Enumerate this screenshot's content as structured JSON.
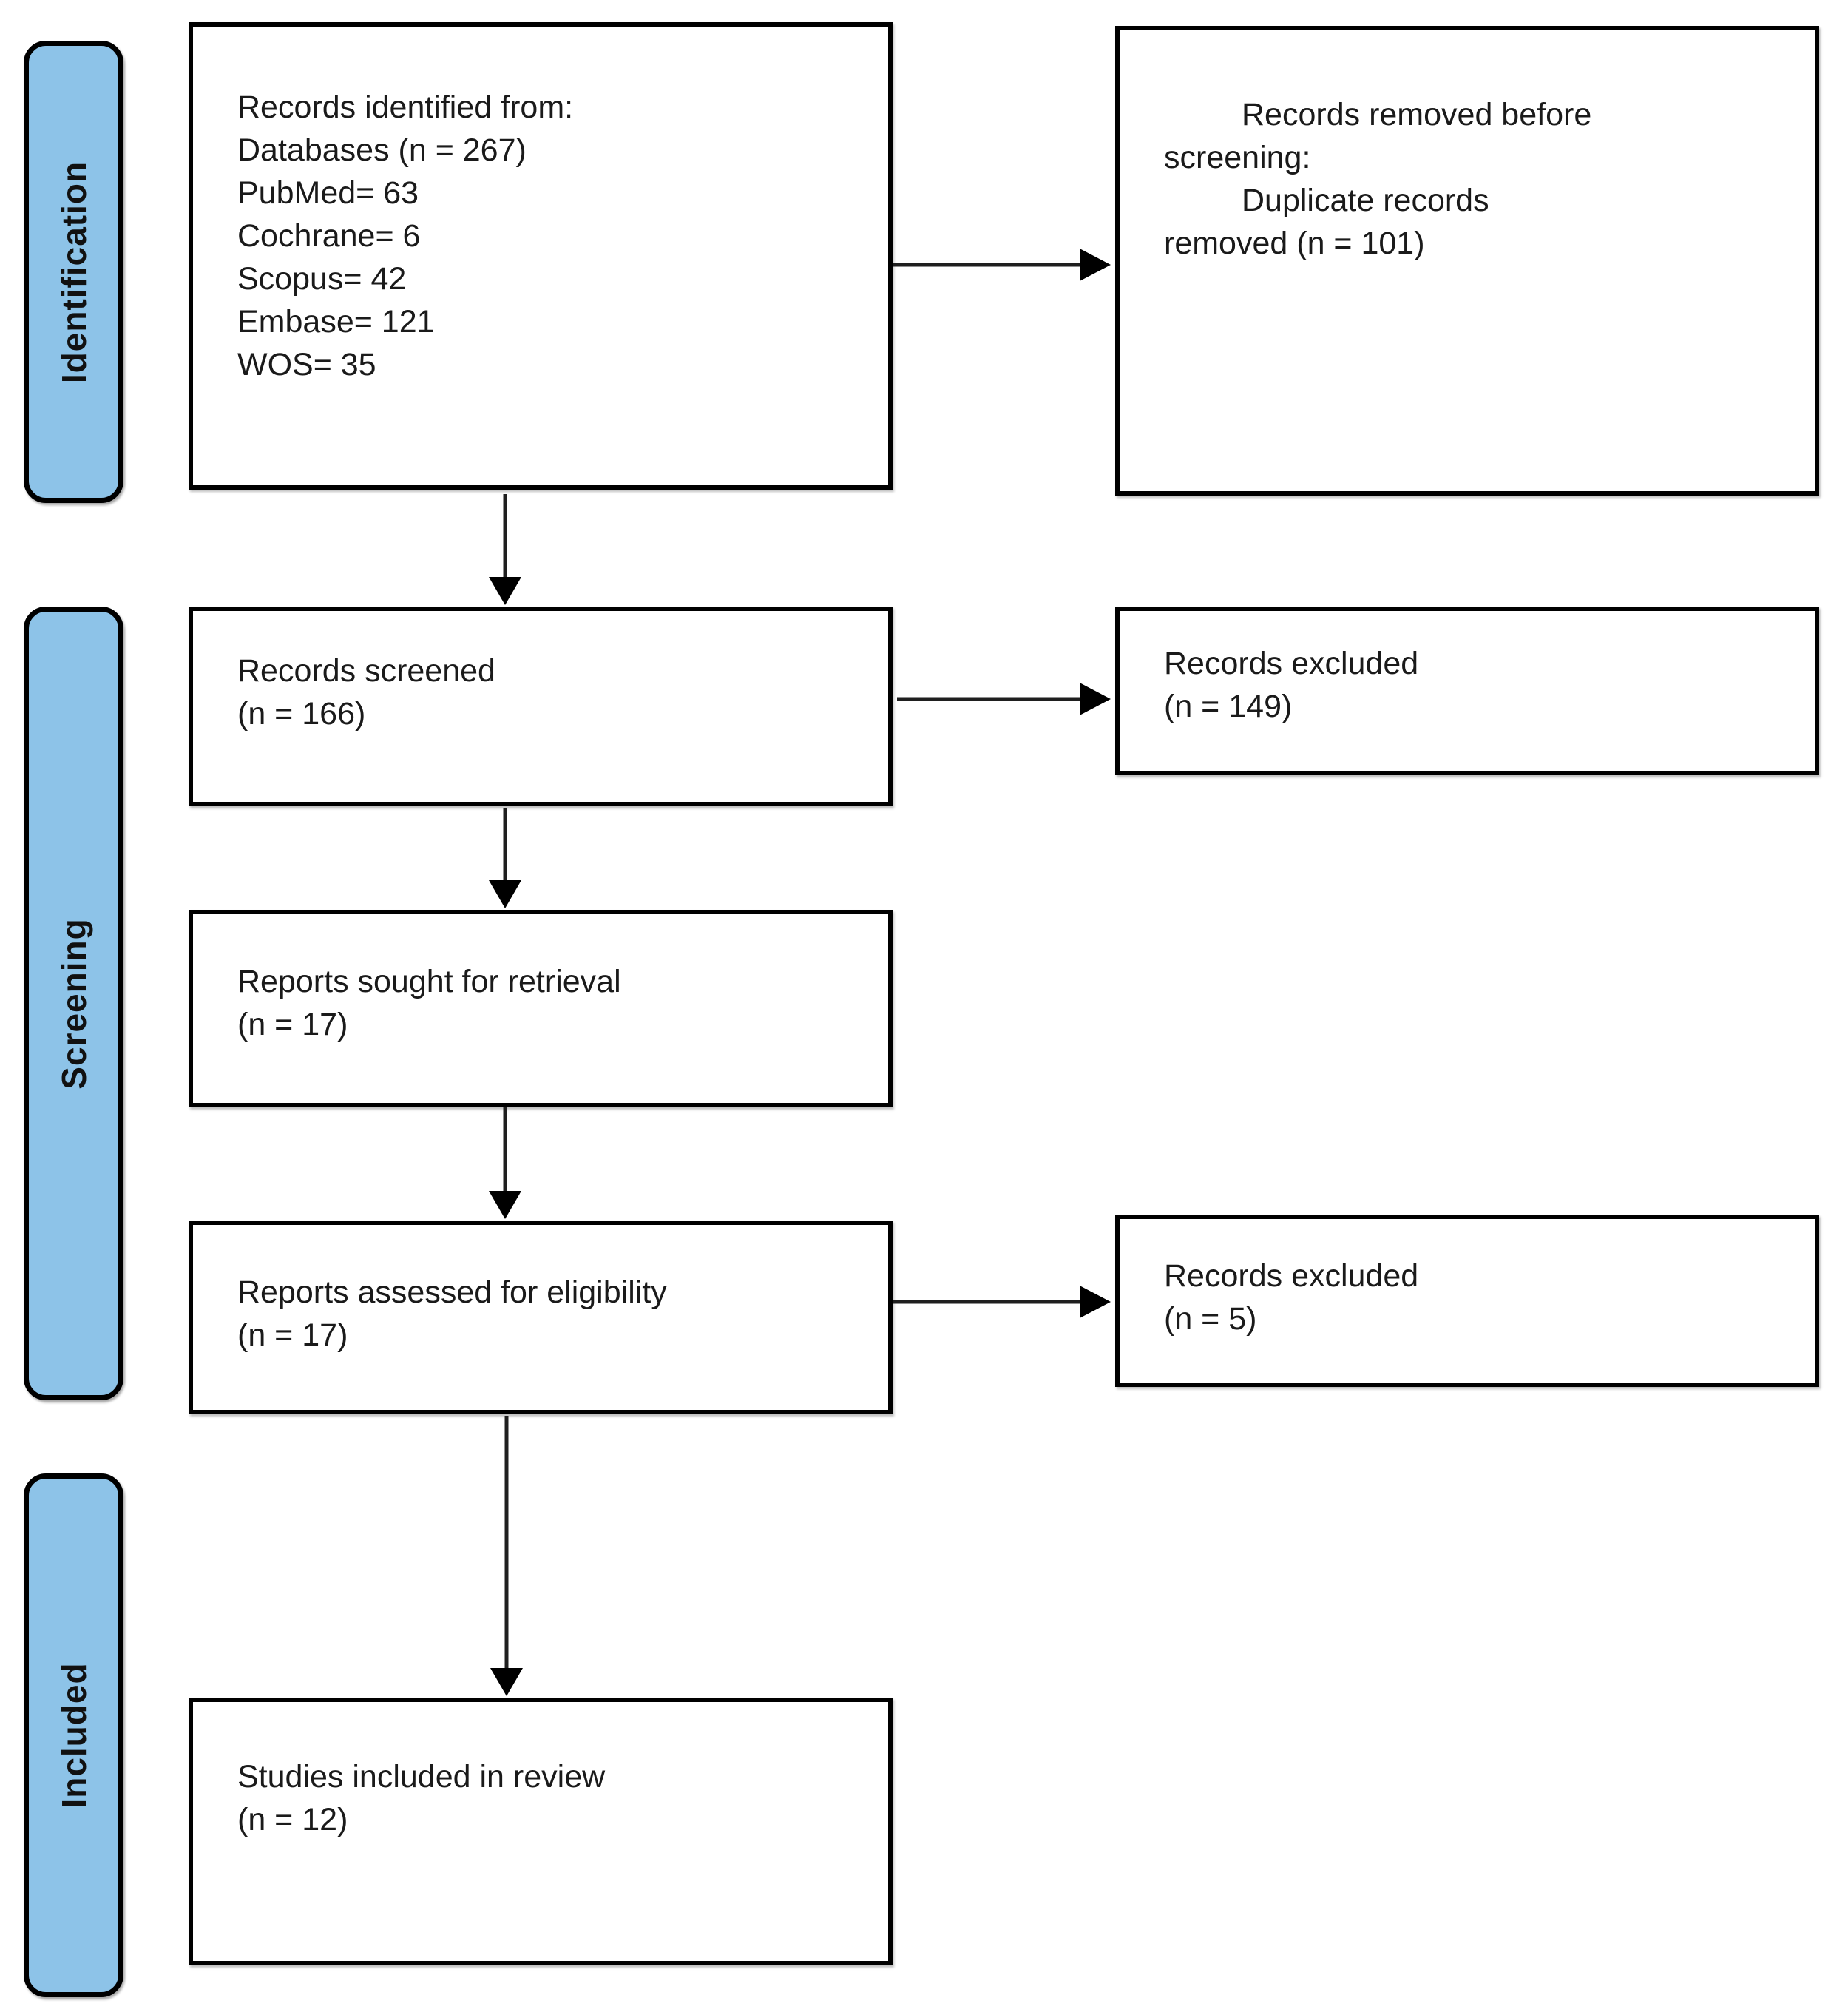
{
  "figure": {
    "kind": "PRISMA flow diagram of study selection"
  },
  "colors": {
    "stage_fill": "#8DC3E8",
    "border": "#000000",
    "text": "#1A1A1A"
  },
  "stages": [
    {
      "label": "Identification"
    },
    {
      "label": "Screening"
    },
    {
      "label": "Included"
    }
  ],
  "boxes": {
    "identified": {
      "lines": [
        "Records identified from:",
        "Databases (n = 267)",
        "PubMed= 63",
        "Cochrane= 6",
        "Scopus= 42",
        "Embase= 121",
        "WOS= 35"
      ]
    },
    "removed_before_screening": {
      "lines": [
        "Records removed before",
        "screening:",
        "Duplicate records",
        "removed (n = 101)"
      ]
    },
    "screened": {
      "lines": [
        "Records screened",
        "(n = 166)"
      ]
    },
    "excluded_after_screening": {
      "lines": [
        "Records excluded",
        "(n = 149)"
      ]
    },
    "sought_for_retrieval": {
      "lines": [
        "Reports sought for retrieval",
        "(n = 17)"
      ]
    },
    "assessed_for_eligibility": {
      "lines": [
        "Reports assessed for eligibility",
        "(n = 17)"
      ]
    },
    "excluded_after_eligibility": {
      "lines": [
        "Records excluded",
        "(n = 5)"
      ]
    },
    "included_in_review": {
      "lines": [
        "Studies included in review",
        "(n = 12)"
      ]
    }
  }
}
